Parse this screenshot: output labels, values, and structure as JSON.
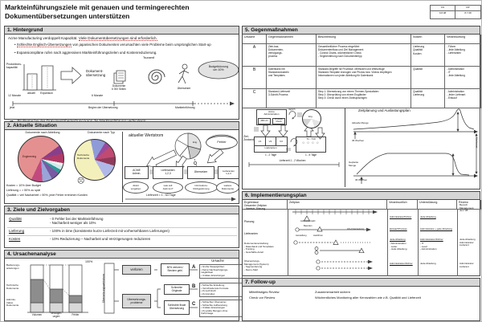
{
  "title": {
    "line1": "Markteinführungsziele mit genauen und termingerechten",
    "line2": "Dokumentübersetzungen unterstützen"
  },
  "stamp": {
    "h1": "KS",
    "h2": "DP",
    "d1": "9.8.08",
    "d2": "8.7.08"
  },
  "s1": {
    "header": "1. Hintergrund",
    "intro_a": "Acme Manufacturing verdoppelt Kapazität.",
    "intro_b": "Viele Dokumentübersetzungen sind erforderlich.",
    "b1_a": "Schlechte Englisch-Übersetzungen",
    "b1_b": "von japanischen Dokumenten verursachten viele Probleme beim ursprünglichen Start-up",
    "b2": "Expansionspläne rufen nach aggressiven Markteinführungszielen und Kostenreduzierung.",
    "bar_axis": "Produktions-\nkapazität",
    "bar1": "aktuell",
    "bar2": "Expansion",
    "arrow_text": "Dokument-\nübersetzung",
    "docs": "Dokumente\n6 000 Seiten",
    "tsunami": "Tsunami!",
    "figure": "Übersetzer",
    "cloud": "Budgetkürzung\num 10%",
    "span1": "12 Monate",
    "span2": "6 Monate",
    "t1": "jetzt",
    "t2": "Beginn der Übersetzung",
    "t3": "Markteinführung",
    "warn_icon": "➡",
    "warning": "Probleme bei der Dokumentübersetzung kann die Markteinführung verhindern!"
  },
  "s2": {
    "header": "2. Aktuelle Situation",
    "pie1_title": "Dokumente nach Abteilung",
    "pie1_label": "Engineering",
    "pie2_title": "Dokumente nach Typ",
    "pie2_label": "Technische\nDokumente",
    "face": "☹",
    "stat1": "Kosten = 10% über Budget",
    "stat2": "Lieferung = > 50% zu spät",
    "stat3": "Qualität = viel Nacharbeit = 50%, jede Fehler erreichen Kunden",
    "vsm_title": "aktueller Wertstrom",
    "pie_seg": "Eng.",
    "fehler": "Fehler",
    "box1": "ACME\nAdmin.",
    "box2": "Lieferanten\n1,2,3",
    "box3": "Übersetzer",
    "box4": "Lieferanten\n1,2,3",
    "cloud1": "direkt\nvergeben",
    "cloud2": "was soll\nJack tun?",
    "cloud3": "Informations-\nRückgewinnung",
    "cloud4": "weitere\nDokumente",
    "leadtime": "Lieferzeit = 1 - 63 Tage"
  },
  "s3": {
    "header": "3. Ziele und Zielvorgaben",
    "r1_label": "Qualität",
    "r1_text": "- 0 Fehler bei der Markteinführung\n- Nacharbeit weniger als 10%",
    "r2_label": "Lieferung",
    "r2_text": "- 100% in time (konsistente kurze Lieferzeit mit vorhersehbaren Lieferungen)",
    "r3_label": "Kosten",
    "r3_text": "- 10% Reduzierung – Nacharbeit und Verzögerungen reduzieren"
  },
  "s4": {
    "header": "4. Ursachenanalyse",
    "pct": "100%",
    "row1": "Bedienungs-\nanleitungen",
    "row2": "Technische\nDokumente",
    "row3": "Adminis-\ntrative\nDokumente",
    "cat1": "Volumen",
    "cat2": "Verzöger-\nungen",
    "cat3": "Fehler",
    "vbox": "Übersetzungswertstrom",
    "ursache": "Ursache",
    "g1": "verloren",
    "g2": "Übersetzungs-\nprobleme",
    "m1": "80% verloren /\nStecken gebl.",
    "m2": "Schlechte\nOriginale",
    "m3": "Schlechte finale\nÜbersetzung",
    "la": "A",
    "lb": "B",
    "lc": "C",
    "listA": "• Große Stapelgrößen\n• Keine Nachverfolgungs-\nmöglichkeit\n• Unklare Erwartungen",
    "listB": "• Schlechte Erstellung\n• Verschiedenste Formate\n• Zu technisch\n• Zu komplex",
    "listC": "• Schlechter Übersetzer\n• Schlechte Aufbereitung\n• Unklare Erwartungen\n• Zu große Mengen ohne\nVorhersage"
  },
  "s5": {
    "header": "5. Gegenmaßnahmen",
    "th": [
      "Ursache",
      "Gegenmaßnahmen",
      "Beschreibung",
      "Nutzen",
      "Verantwortung"
    ],
    "rows": [
      {
        "u": "A",
        "g": "Zieh-bas.\nDokumenten-\nverfolgungs-\nprozess",
        "b": "Gesamtheitlicher Prozess eingeführt\nDokumentenfluss und Ziel Management\n- Control Charts, wöchentlicher Check\n- Segmentierung nach Dokumententyp",
        "n": "Lieferung\nQualität\nKosten",
        "v": "- Führer\n- Jede Abteilung\n- Lieferanten"
      },
      {
        "u": "B",
        "g": "Datenbank mit\nStandardvokabeln\nund Templates",
        "b": "Standard-Begriffe für Prozesse, Methoden und Werkzeuge\nStandard-Template erzeugen und Photos bzw. Videos einpflegen\nInformationen von jeder Abteilung für Datenbank",
        "n": "Qualität",
        "v": "- Administration\n- IT\n- Jede Abteilung"
      },
      {
        "u": "C",
        "g": "Standard-Lieferzeit\n3-Schritt-Prozess",
        "b": "Step 1: Übersetzung von einem Themen-Spezialisten\nStep 2: Überprüfung von einem Engländer\nStep 3: Check durch einen Zweisprachigen",
        "n": "Qualität\nLieferung",
        "v": "- Administration\n- Jeder Lieferant\n- Einkauf"
      }
    ],
    "future": {
      "side": "Ziel-\nZustand",
      "admin": "Acme\nAdministration",
      "sub1": "ABC A/I",
      "sub2": "Prozess-Check",
      "taeglich": "täglich",
      "pie_seg": "Eng.",
      "v1": "V1",
      "v2": "V2",
      "v3": "V3",
      "v_label": "Lieferanten",
      "t_top": "T1 - T10",
      "t_circles": "○ ○ ○ ○",
      "days1": "1 - 2 Tage",
      "days2": "1 - 5 Tage",
      "leadtime": "Lieferzeit 1 - 2 Wochen"
    },
    "chart": {
      "title": "Zeitplanung und Auslastungsplan",
      "top_label": "Aktuelle Menge",
      "bottom_label": "Geplante\nMenge",
      "x1": "36 Wochen",
      "x2": "36 Wochen",
      "right_label": "Marktstart"
    }
  },
  "s6": {
    "header": "6. Implementierungsplan",
    "th": [
      "Ergebnisse",
      "Zeitplan",
      "Verantwortlich",
      "Unterstützung",
      "Review"
    ],
    "c1_r1": "Gesamter Zeitplan\n- Wertstr.-Sitzung",
    "c1_r2": "Planung",
    "c1_r3": "Lieferanten",
    "c1_r4": "Dokumentenerstellung\n- Datenbank und Templates\n- Training\n- Geschäfts-Anteil",
    "c1_r5": "Übersetzungs-\nManagement-(System)\n- Segmentierung\n- Demo-Start",
    "g1": "Lieferantenwahl",
    "g2": "Beenden",
    "g3": "Ausstellung",
    "g4": "Ausführen",
    "g5": "Info-Unterweisung",
    "v_r1": "Administrator/Führer",
    "v_r2": "Einkauf/Prozess",
    "v_r3a": "Jede Abteilung",
    "v_r3b": "- Administration\n- Leiter\n- Jede Abteilung",
    "v_r4": "Administration/Führer",
    "u_r1": "Jede Abteilung",
    "u_r2": "Administrator + jede Abteilung",
    "u_r3a": "Administration/Führer",
    "u_r3b": "- IT\n- Lead\n- Administration",
    "u_r4": "Jede Abteilung",
    "rev_r1": "Bereich\nManagement\nJuni '08",
    "rev_r3": "Jede Abteilung\nAdministrator\nLieferant",
    "rev_r4": "Administrator\nLieferant"
  },
  "s7": {
    "header": "7. Follow-up",
    "l1": "Mittelfristiges Review",
    "l2": "Check vor Review",
    "r1": "Zusammenarbeit sichern",
    "r2": "Wöchentliches Monitoring aller Kennzahlen wie z.B. Qualität und Lieferzeit"
  }
}
